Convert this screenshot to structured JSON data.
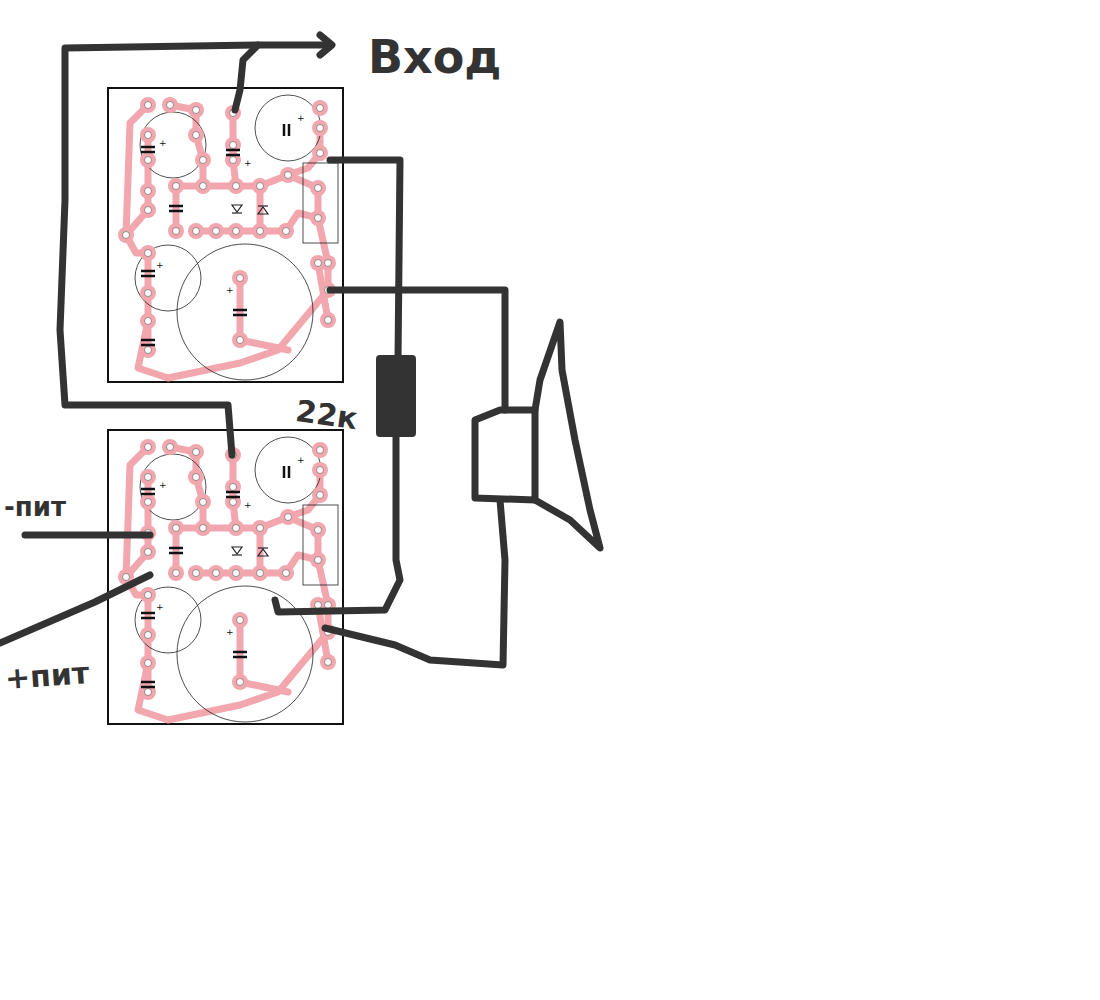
{
  "diagram": {
    "labels": [
      "Вход",
      "22к",
      "-пит",
      "+пит"
    ]
  }
}
